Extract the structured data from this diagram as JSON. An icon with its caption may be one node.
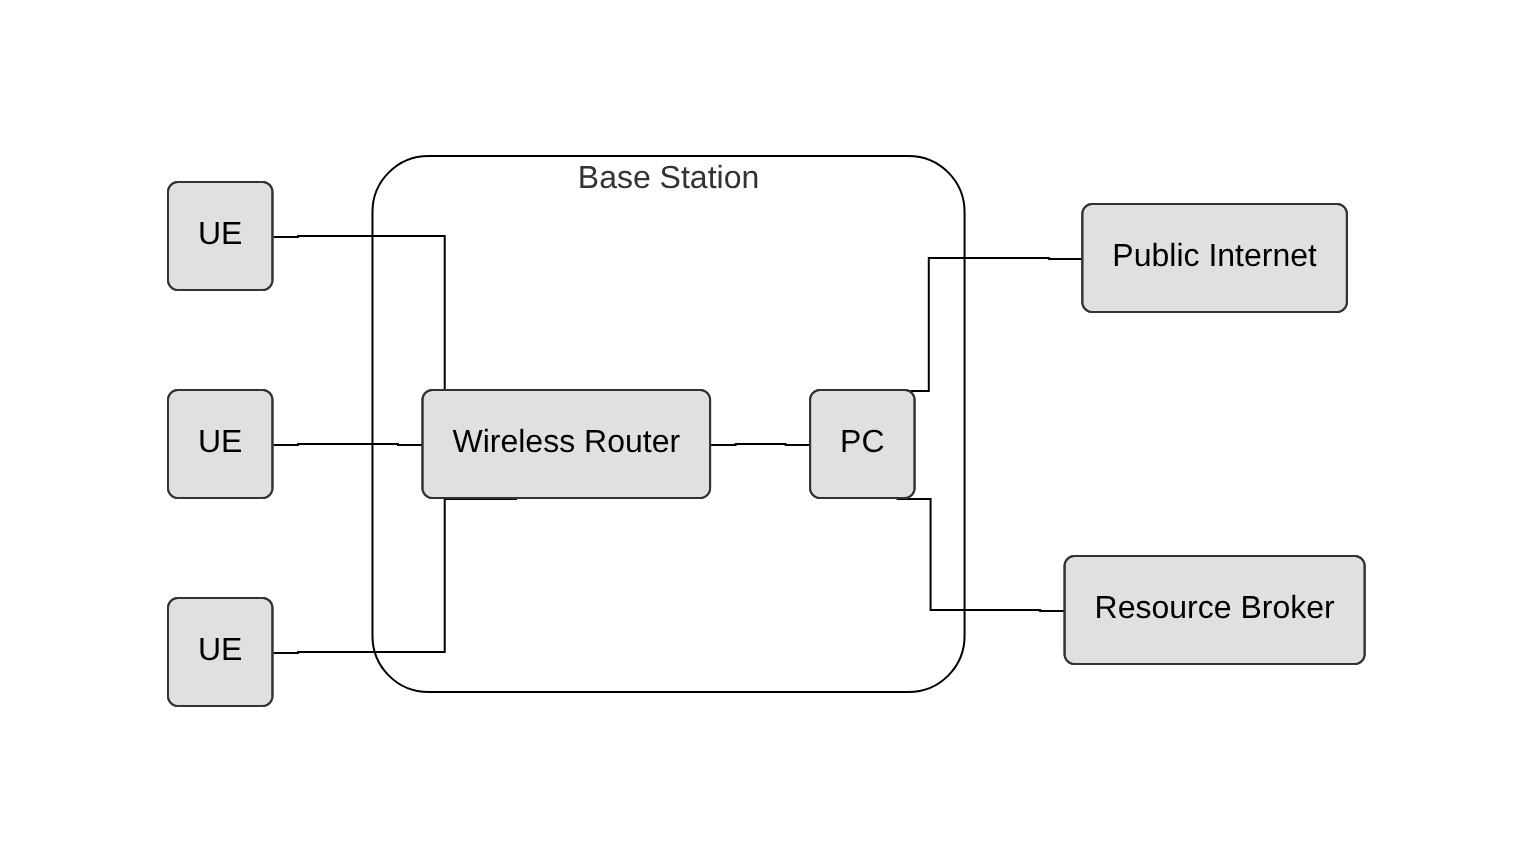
{
  "diagram": {
    "nodes": [
      {
        "text": [
          "UE"
        ]
      },
      {
        "text": [
          "UE"
        ]
      },
      {
        "text": [
          "UE"
        ]
      },
      {
        "text": [
          "Base Station"
        ]
      },
      {
        "text": [
          "Wireless Router"
        ],
        "in": 3
      },
      {
        "text": [
          "PC"
        ],
        "in": 3
      },
      {
        "text": [
          "Public Internet"
        ]
      },
      {
        "text": [
          "Resource Broker"
        ]
      }
    ],
    "edges": [
      {
        "from": 0,
        "to": 4,
        "arrow": "none"
      },
      {
        "from": 1,
        "to": 4,
        "arrow": "none"
      },
      {
        "from": 2,
        "to": 4,
        "arrow": "none"
      },
      {
        "from": 4,
        "to": 5,
        "arrow": "none"
      },
      {
        "from": 5,
        "to": 6,
        "arrow": "none"
      },
      {
        "from": 5,
        "to": 7,
        "arrow": "none"
      }
    ]
  }
}
